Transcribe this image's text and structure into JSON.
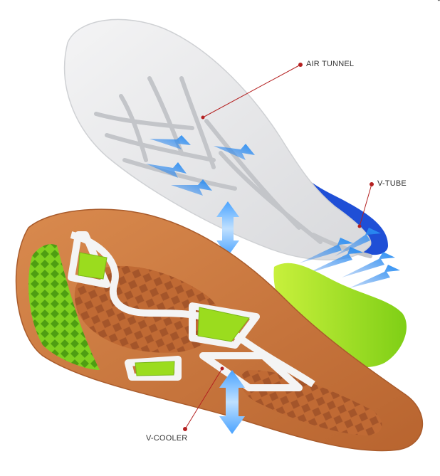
{
  "callouts": {
    "air_tunnel": "AIR TUNNEL",
    "v_tube": "V-TUBE",
    "v_cooler": "V-COOLER"
  },
  "colors": {
    "insole": "#e6e7e9",
    "v_tube": "#1f4fd6",
    "outsole_rubber": "#c9773f",
    "green_element": "#9bdc1e",
    "white_frame": "#f4f4f4",
    "airflow_arrow": "#2f8ef0",
    "callout_line": "#b42020"
  }
}
